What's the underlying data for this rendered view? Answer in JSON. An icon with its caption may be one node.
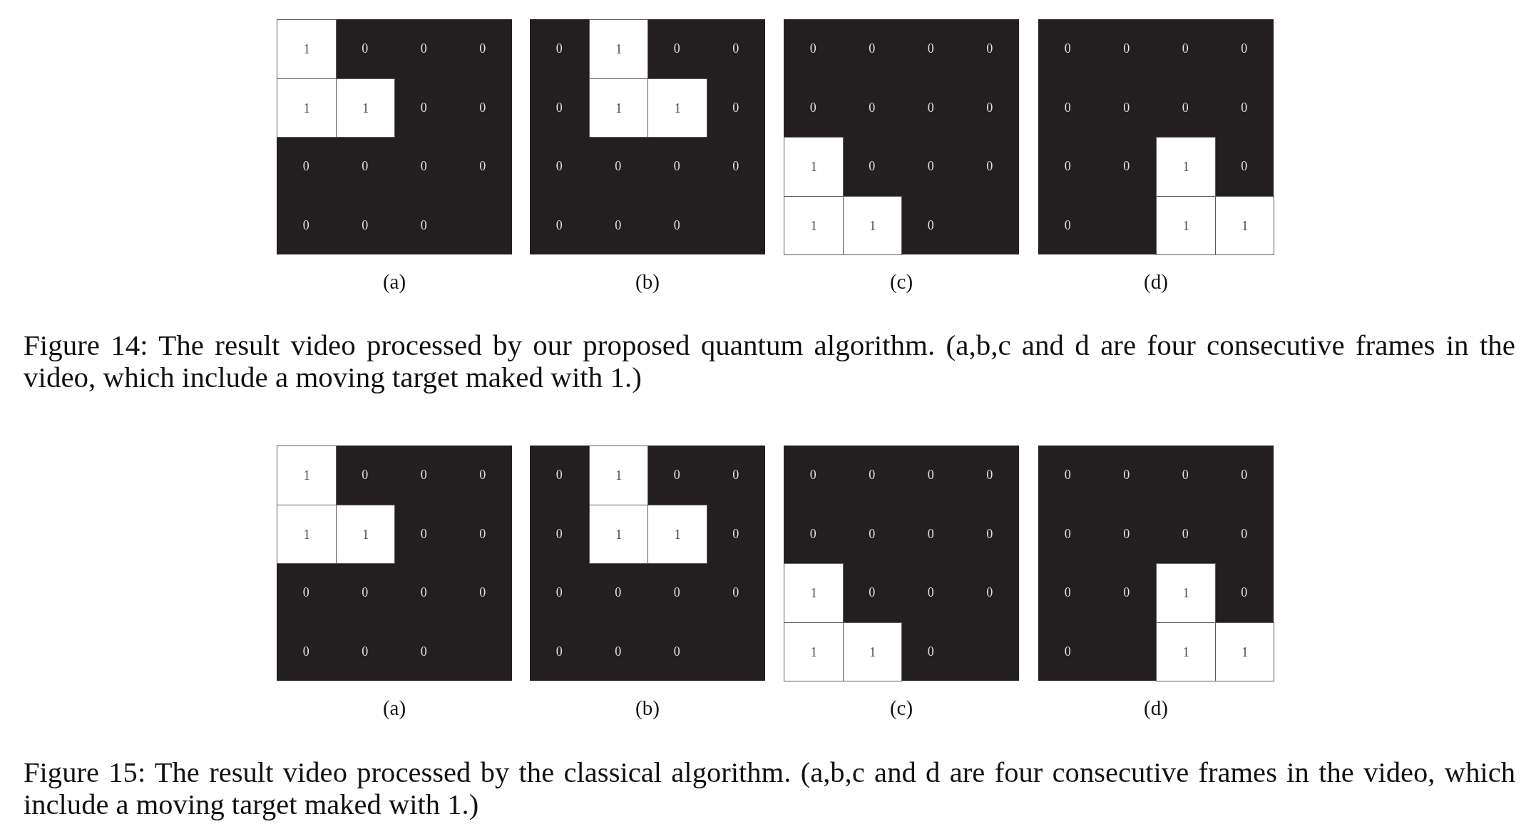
{
  "diagram": {
    "nodes": [
      {
        "text": [
          "0",
          "0",
          "0",
          "0",
          "0",
          "0",
          "0",
          "0",
          "0",
          "0",
          "0",
          "0"
        ],
        "beside": [
          "(a)"
        ]
      },
      {
        "text": [
          "1"
        ],
        "in": 0
      },
      {
        "text": [
          "1"
        ],
        "in": 0
      },
      {
        "text": [
          "1"
        ],
        "in": 0
      },
      {
        "text": [
          "0",
          "0",
          "0",
          "0",
          "0",
          "0",
          "0",
          "0",
          "0",
          "0",
          "0",
          "0"
        ],
        "beside": [
          "(b)"
        ]
      },
      {
        "text": [
          "1"
        ],
        "in": 4
      },
      {
        "text": [
          "1"
        ],
        "in": 4
      },
      {
        "text": [
          "1"
        ],
        "in": 4
      },
      {
        "text": [
          "0",
          "0",
          "0",
          "0",
          "0",
          "0",
          "0",
          "0",
          "0",
          "0",
          "0",
          "0"
        ],
        "beside": [
          "(c)"
        ]
      },
      {
        "text": [
          "1"
        ],
        "in": 8
      },
      {
        "text": [
          "1"
        ],
        "in": 8
      },
      {
        "text": [
          "1"
        ],
        "in": 8
      },
      {
        "text": [
          "0",
          "0",
          "0",
          "0",
          "0",
          "0",
          "0",
          "0",
          "0",
          "0",
          "0",
          "0"
        ],
        "beside": [
          "(d)"
        ]
      },
      {
        "text": [
          "1"
        ],
        "in": 12
      },
      {
        "text": [
          "1"
        ],
        "in": 12
      },
      {
        "text": [
          "1"
        ],
        "in": 12
      },
      {
        "text": [
          "0",
          "0",
          "0",
          "0",
          "0",
          "0",
          "0",
          "0",
          "0",
          "0",
          "0",
          "0"
        ],
        "beside": [
          "(a)"
        ]
      },
      {
        "text": [
          "1"
        ],
        "in": 16
      },
      {
        "text": [
          "1"
        ],
        "in": 16
      },
      {
        "text": [
          "1"
        ],
        "in": 16
      },
      {
        "text": [
          "0",
          "0",
          "0",
          "0",
          "0",
          "0",
          "0",
          "0",
          "0",
          "0",
          "0",
          "0"
        ],
        "beside": [
          "(b)"
        ]
      },
      {
        "text": [
          "1"
        ],
        "in": 20
      },
      {
        "text": [
          "1"
        ],
        "in": 20
      },
      {
        "text": [
          "1"
        ],
        "in": 20
      },
      {
        "text": [
          "0",
          "0",
          "0",
          "0",
          "0",
          "0",
          "0",
          "0",
          "0",
          "0",
          "0",
          "0"
        ],
        "beside": [
          "(c)"
        ]
      },
      {
        "text": [
          "1"
        ],
        "in": 24
      },
      {
        "text": [
          "1"
        ],
        "in": 24
      },
      {
        "text": [
          "1"
        ],
        "in": 24
      },
      {
        "text": [
          "0",
          "0",
          "0",
          "0",
          "0",
          "0",
          "0",
          "0",
          "0",
          "0",
          "0",
          "0"
        ],
        "beside": [
          "(d)"
        ]
      },
      {
        "text": [
          "1"
        ],
        "in": 28
      },
      {
        "text": [
          "1"
        ],
        "in": 28
      },
      {
        "text": [
          "1"
        ],
        "in": 28
      }
    ],
    "labels": [
      "Figure 14: The result video processed by our proposed quantum algorithm. (a,b,c and d are four consecutive frames in the video, which include a moving target maked with 1.)",
      "Figure 15: The result video processed by the classical algorithm. (a,b,c and d are four consecutive frames in the video, which include a moving target maked with 1.)"
    ]
  }
}
